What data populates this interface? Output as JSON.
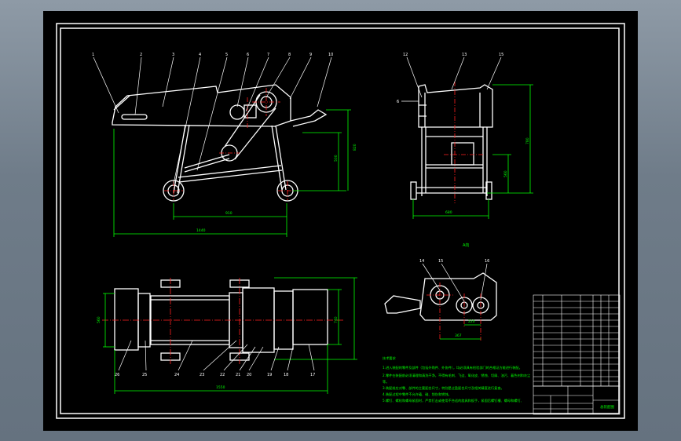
{
  "viewer": {
    "background_color": "#7b8794",
    "sheet_color": "#000000"
  },
  "colors": {
    "outline": "#ffffff",
    "dimension": "#00ff00",
    "centerline": "#ff2020",
    "leader": "#ffffff"
  },
  "views": {
    "front": {
      "part_callouts": [
        "1",
        "2",
        "3",
        "4",
        "5",
        "6",
        "7",
        "8",
        "9",
        "10"
      ],
      "dims": {
        "overall_length": "1440",
        "wheelbase": "910",
        "height_a": "500",
        "height_b": "820"
      }
    },
    "side": {
      "part_callouts": [
        "12",
        "13",
        "15",
        "6"
      ],
      "dims": {
        "width": "680",
        "height_a": "560",
        "height_b": "780"
      }
    },
    "top": {
      "part_callouts": [
        "26",
        "25",
        "24",
        "23",
        "22",
        "21",
        "20",
        "19",
        "18",
        "17"
      ],
      "dims": {
        "length": "1550",
        "width_a": "740",
        "width_b": "560"
      }
    },
    "detail": {
      "title": "A向",
      "part_callouts": [
        "14",
        "15",
        "16"
      ],
      "dims": {
        "span_a": "367",
        "span_b": "220"
      }
    }
  },
  "notes": {
    "heading": "技术要求",
    "lines": [
      "1.进入装配的零件及部件（包括外购件、外协件），均必须具有检验部门的合格证方能进行装配。",
      "2.零件在装配前必须清理和清洗干净，不得有毛刺、飞边、氧化皮、锈蚀、切屑、油污、着色剂和灰尘",
      "等。",
      "3.装配前应对零、部件的主要配合尺寸，特别是过盈配合尺寸及相关精度进行复查。",
      "4.装配过程中零件不允许磕、碰、划伤和锈蚀。",
      "5.螺钉、螺栓和螺母紧固时，严禁打击或使用不合适的旋具和扳手，紧固后螺钉槽、螺母和螺钉、"
    ]
  },
  "title_block": {
    "drawing_title": "总装配图"
  }
}
